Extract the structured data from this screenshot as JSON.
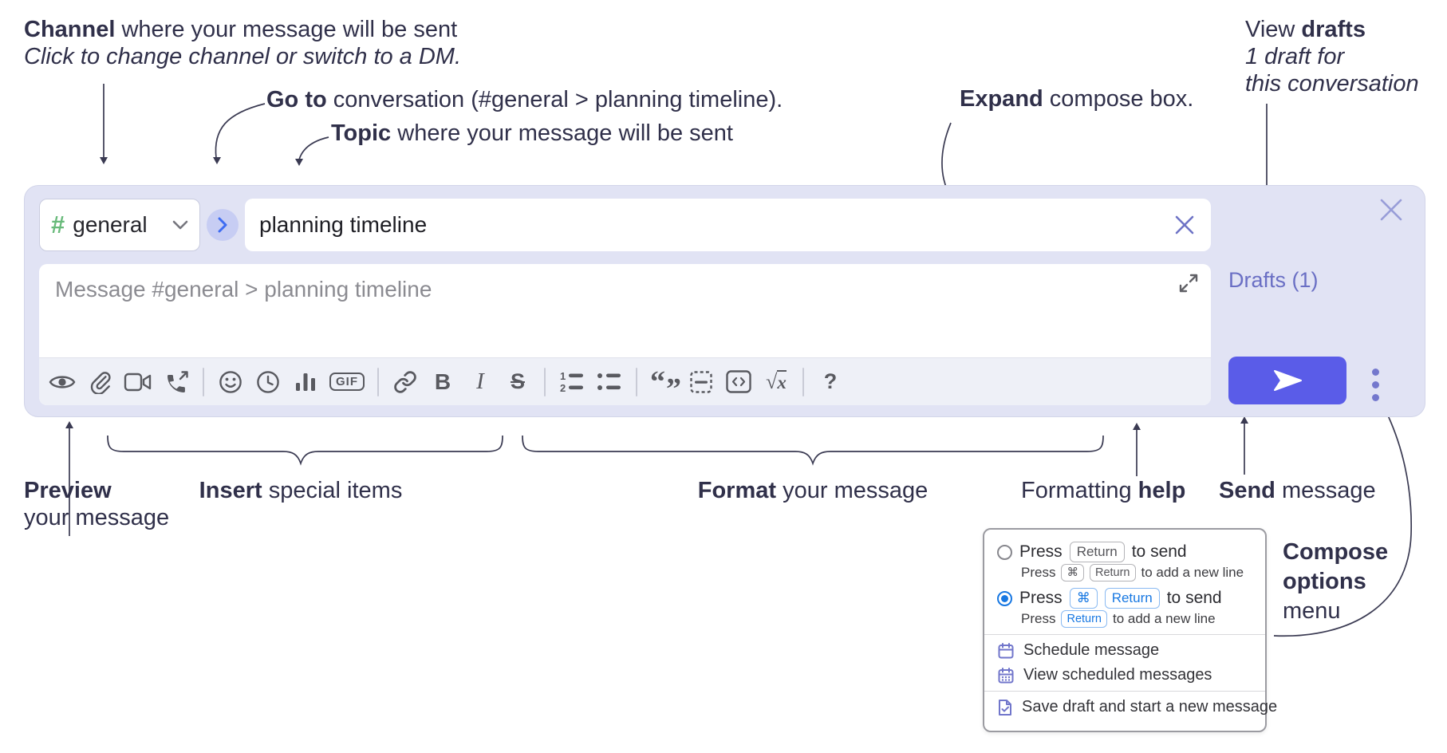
{
  "annotations": {
    "channel": {
      "bold": "Channel",
      "rest": " where your message will be sent",
      "line2": "Click to change channel or switch to a DM."
    },
    "goto": {
      "bold": "Go to",
      "rest": " conversation (#general > planning timeline)."
    },
    "topic": {
      "bold": "Topic",
      "rest": " where your message will be sent"
    },
    "expand": {
      "bold": "Expand",
      "rest": " compose box."
    },
    "view_drafts": {
      "pre": "View ",
      "bold": "drafts",
      "line2": "1 draft for",
      "line3": "this conversation"
    },
    "preview": {
      "bold": "Preview",
      "line2": "your message"
    },
    "insert": {
      "bold": "Insert",
      "rest": " special items"
    },
    "format": {
      "bold": "Format",
      "rest": " your message"
    },
    "formatting_help": {
      "pre": "Formatting ",
      "bold": "help"
    },
    "send": {
      "bold": "Send",
      "rest": " message"
    },
    "compose_options": {
      "line1": "Compose",
      "line2": "options",
      "line3": "menu"
    }
  },
  "compose": {
    "channel": {
      "hash": "#",
      "name": "general"
    },
    "topic": {
      "value": "planning timeline"
    },
    "message": {
      "placeholder": "Message #general > planning timeline"
    },
    "drafts_link": "Drafts (1)",
    "toolbar": {
      "gif": "GIF",
      "bold": "B",
      "italic": "I",
      "strike": "S",
      "ol_1": "1",
      "ol_2": "2",
      "quote_open": "“",
      "quote_close": "”",
      "math_radical": "√",
      "math_var": "x",
      "help": "?"
    }
  },
  "menu": {
    "opt_return": {
      "press": "Press",
      "key": "Return",
      "tail": "to send",
      "sub_press": "Press",
      "sub_key1": "⌘",
      "sub_key2": "Return",
      "sub_tail": "to add a new line"
    },
    "opt_cmd_return": {
      "press": "Press",
      "key1": "⌘",
      "key2": "Return",
      "tail": "to send",
      "sub_press": "Press",
      "sub_key": "Return",
      "sub_tail": "to add a new line"
    },
    "items": [
      "Schedule message",
      "View scheduled messages",
      "Save draft and start a new message"
    ]
  },
  "colors": {
    "accent_send": "#5a5ce8",
    "drafts_link": "#6a6fc4",
    "kbd_blue": "#1878e2",
    "hash_green": "#68ba7a",
    "menu_icon_purple": "#7176cb",
    "compose_bg": "#e1e3f4",
    "annotation_text": "#30304a",
    "toolbar_icon": "#595a60"
  }
}
